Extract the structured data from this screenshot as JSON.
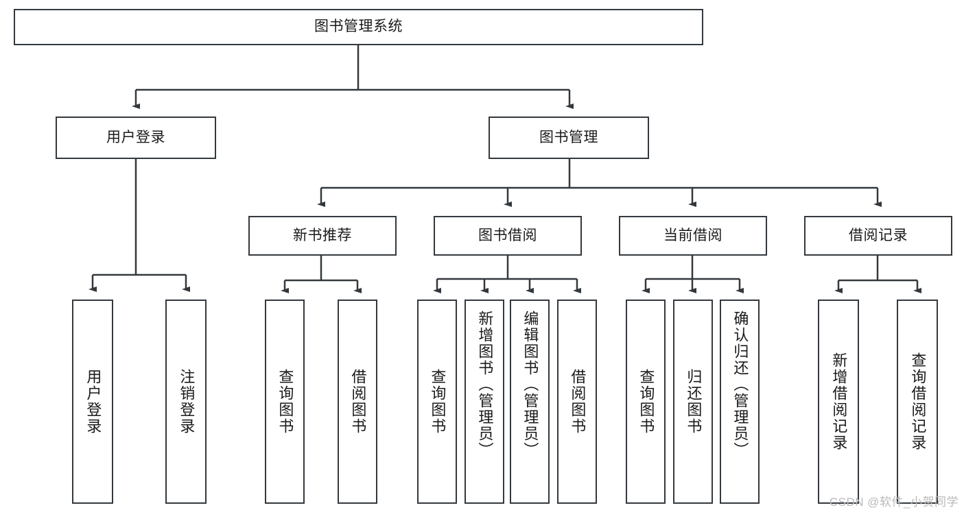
{
  "diagram": {
    "title": "图书管理系统",
    "type": "tree-hierarchy",
    "root": {
      "label": "图书管理系统"
    },
    "level2": [
      {
        "label": "用户登录"
      },
      {
        "label": "图书管理"
      }
    ],
    "level3": [
      {
        "label": "新书推荐"
      },
      {
        "label": "图书借阅"
      },
      {
        "label": "当前借阅"
      },
      {
        "label": "借阅记录"
      }
    ],
    "leaves": {
      "user_login": [
        {
          "label": "用户登录"
        },
        {
          "label": "注销登录"
        }
      ],
      "new_book_recommend": [
        {
          "label": "查询图书"
        },
        {
          "label": "借阅图书"
        }
      ],
      "book_borrow": [
        {
          "label": "查询图书"
        },
        {
          "label": "新增图书（管理员）"
        },
        {
          "label": "编辑图书（管理员）"
        },
        {
          "label": "借阅图书"
        }
      ],
      "current_borrow": [
        {
          "label": "查询图书"
        },
        {
          "label": "归还图书"
        },
        {
          "label": "确认归还（管理员）"
        }
      ],
      "borrow_record": [
        {
          "label": "新增借阅记录"
        },
        {
          "label": "查询借阅记录"
        }
      ]
    }
  },
  "watermark": {
    "text": "CSDN @软件_小贺同学"
  },
  "colors": {
    "box_border": "#33383d",
    "box_fill": "#ffffff",
    "text": "#1a1a1a",
    "edge": "#33383d",
    "watermark": "#b9b9b9"
  }
}
